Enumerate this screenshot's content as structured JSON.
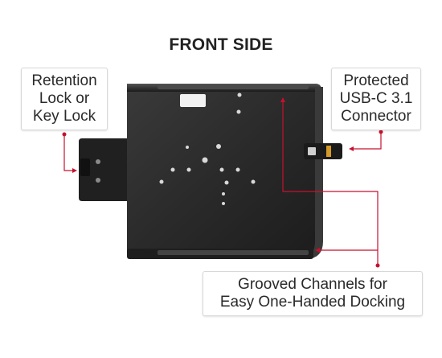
{
  "title": "FRONT SIDE",
  "callouts": {
    "retention": {
      "lines": [
        "Retention",
        "Lock or",
        "Key Lock"
      ]
    },
    "usb": {
      "lines": [
        "Protected",
        "USB-C 3.1",
        "Connector"
      ]
    },
    "grooves": {
      "lines": [
        "Grooved Channels for",
        "Easy One-Handed Docking"
      ]
    }
  },
  "colors": {
    "accent": "#c8102e",
    "cradle": "#262626",
    "background": "#ffffff"
  }
}
